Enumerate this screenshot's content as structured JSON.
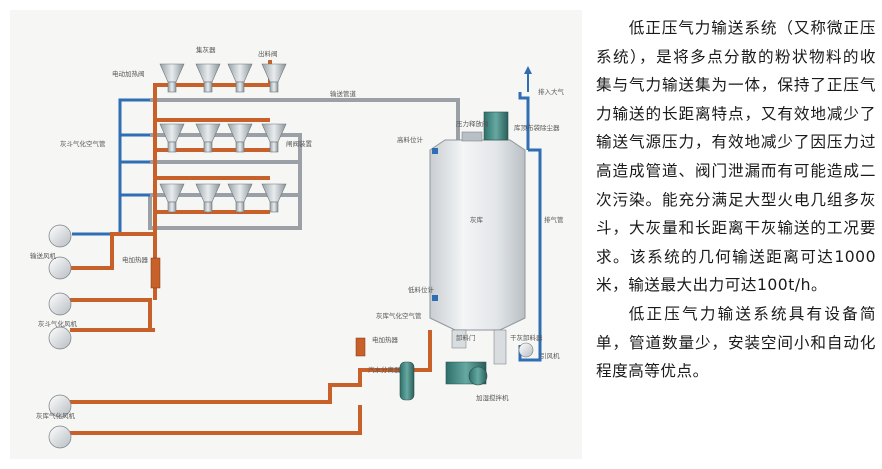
{
  "diagram": {
    "labels": {
      "top_ash_hopper": "集灰器",
      "discharge_valve": "出料阀",
      "electric_heater_valve": "电动加热阀",
      "conveying_pipe": "输送管道",
      "ash_air_lift_pipe": "灰斗气化空气管",
      "gate_valve": "闸阀装置",
      "conveying_fan": "输送风机",
      "electric_heater": "电加热器",
      "ash_fluidizing_fan": "灰斗气化风机",
      "level_gauge_high": "高料位计",
      "pressure_release_valve": "压力释放阀",
      "bag_filter": "库顶布袋除尘器",
      "to_atmosphere": "排入大气",
      "silo": "灰库",
      "exhaust_pipe": "排气管",
      "level_gauge_low": "低料位计",
      "fluidizing_air_pipe": "灰库气化空气管",
      "electric_heater_2": "电加热器",
      "steam_separator": "汽水分离器",
      "discharge_gate": "卸料门",
      "dry_discharger": "干灰卸料器",
      "humidifier_mixer": "加湿搅拌机",
      "ash_fan_2": "灰库气化风机",
      "induced_fan": "引风机"
    }
  },
  "article": {
    "paragraph1": "低正压气力输送系统（又称微正压系统），是将多点分散的粉状物料的收集与气力输送集为一体，保持了正压气力输送的长距离特点，又有效地减少了输送气源压力，有效地减少了因压力过高造成管道、阀门泄漏而有可能造成二次污染。能充分满足大型火电几组多灰斗，大灰量和长距离干灰输送的工况要求。该系统的几何输送距离可达1000米，输送最大出力可达100t/h。",
    "paragraph2": "低正压气力输送系统具有设备简单，管道数量少，安装空间小和自动化程度高等优点。"
  },
  "colors": {
    "conveying_pipe": "#9aa0a6",
    "air_pipe": "#2f6db5",
    "hot_pipe": "#c8602a",
    "silo": "#dfe3e6",
    "text": "#1a1a1a"
  }
}
